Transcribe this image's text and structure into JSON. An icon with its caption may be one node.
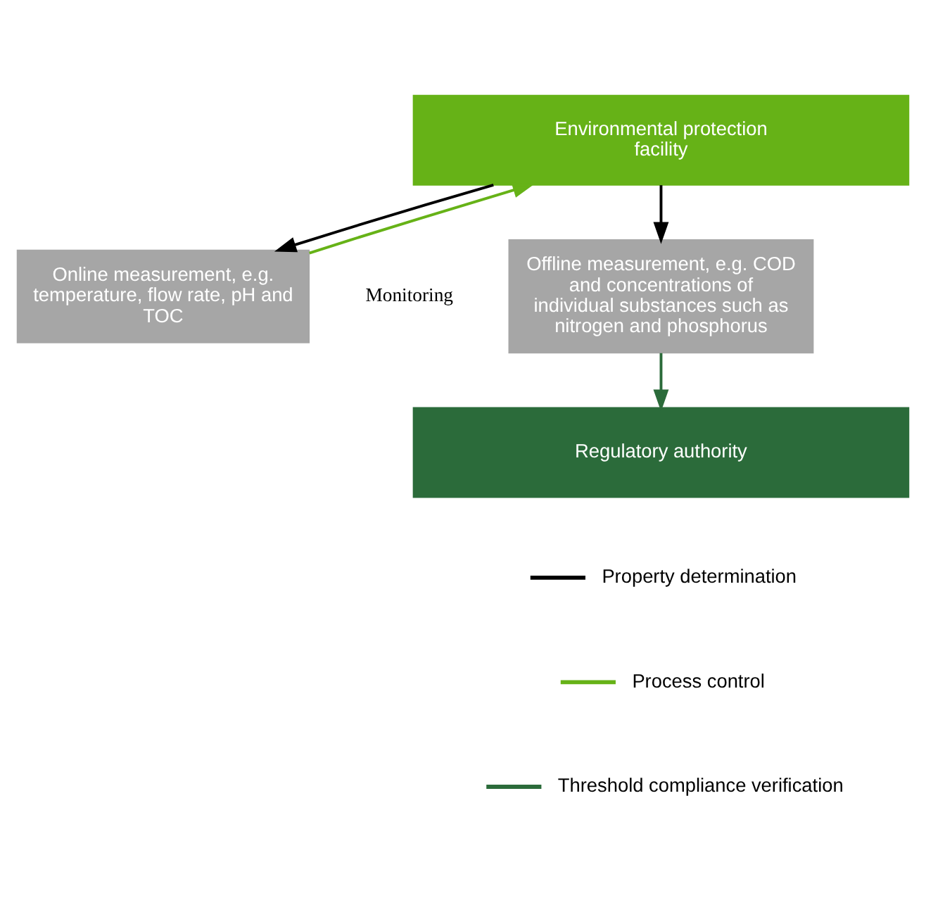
{
  "diagram": {
    "nodes": [
      {
        "text": [
          "Environmental protection facility"
        ]
      },
      {
        "text": [
          "Online measurement, e.g. temperature, flow rate, pH and TOC"
        ]
      },
      {
        "text": [
          "Offline measurement, e.g. COD and concentrations of individual substances such as nitrogen and phosphorus"
        ]
      },
      {
        "text": [
          "Regulatory authority"
        ]
      }
    ],
    "edges": [
      {
        "from": 1,
        "to": 0,
        "arrow": "to",
        "color": "#66b217"
      },
      {
        "from": 0,
        "to": 1,
        "arrow": "to"
      },
      {
        "from": 0,
        "to": 2,
        "arrow": "to"
      },
      {
        "from": 2,
        "to": 3,
        "arrow": "to",
        "color": "#2b6b3a"
      }
    ],
    "labels": [
      "Monitoring"
    ],
    "legend": [
      {
        "text": "Property determination",
        "color": "#000000"
      },
      {
        "text": "Process control",
        "color": "#66b217"
      },
      {
        "text": "Threshold compliance verification",
        "color": "#2b6b3a"
      }
    ]
  }
}
